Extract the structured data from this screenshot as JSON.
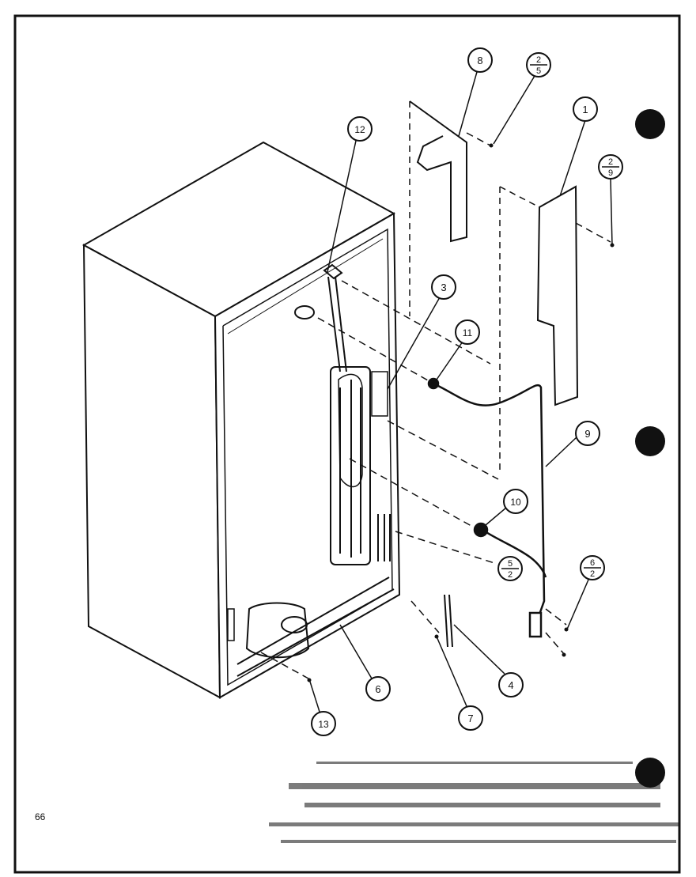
{
  "page_number": "66",
  "callouts": {
    "c1": "1",
    "c3": "3",
    "c4": "4",
    "c6": "6",
    "c7": "7",
    "c8": "8",
    "c9": "9",
    "c10": "10",
    "c11": "11",
    "c12": "12",
    "c13": "13"
  },
  "fraction_callouts": {
    "f25": {
      "top": "2",
      "bottom": "5"
    },
    "f29": {
      "top": "2",
      "bottom": "9"
    },
    "f52": {
      "top": "5",
      "bottom": "2"
    },
    "f62": {
      "top": "6",
      "bottom": "2"
    }
  },
  "colors": {
    "ink": "#111111",
    "paper": "#ffffff"
  }
}
